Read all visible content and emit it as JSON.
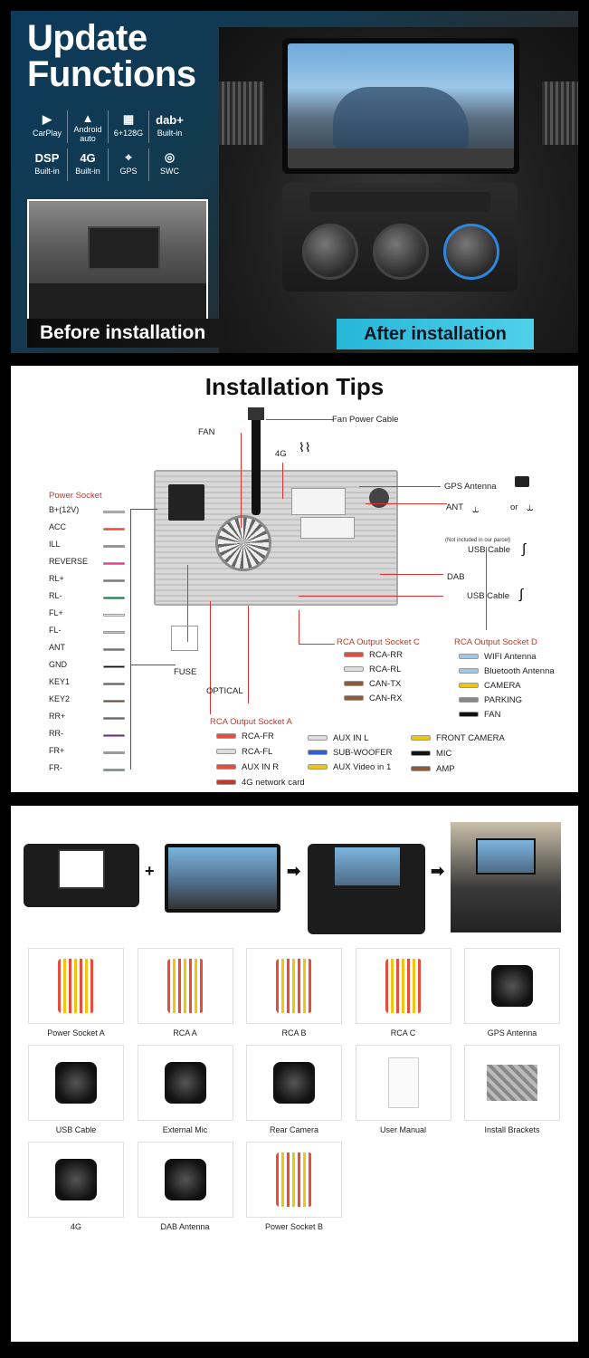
{
  "panel1": {
    "title_line1": "Update",
    "title_line2": "Functions",
    "features": [
      {
        "icon": "carplay-icon",
        "glyph": "▶",
        "label": "CarPlay"
      },
      {
        "icon": "android-auto-icon",
        "glyph": "▲",
        "label": "Android auto"
      },
      {
        "icon": "chip-icon",
        "glyph": "▦",
        "label": "6+128G"
      },
      {
        "icon": "dab-icon",
        "glyph": "dab+",
        "label": "Built-in"
      },
      {
        "icon": "dsp-icon",
        "glyph": "DSP",
        "label": "Built-in"
      },
      {
        "icon": "4g-icon",
        "glyph": "4G",
        "label": "Built-in"
      },
      {
        "icon": "gps-icon",
        "glyph": "⌖",
        "label": "GPS"
      },
      {
        "icon": "swc-icon",
        "glyph": "◎",
        "label": "SWC"
      }
    ],
    "before_label": "Before installation",
    "after_label": "After installation",
    "accent": "#3cc6e2"
  },
  "panel2": {
    "title": "Installation Tips",
    "fan_power_cable": "Fan Power Cable",
    "fan": "FAN",
    "four_g": "4G",
    "gps_antenna": "GPS Antenna",
    "ant": "ANT",
    "or": "or",
    "not_included": "(Not included in our parcel)",
    "usb_cable_1": "USB Cable",
    "dab": "DAB",
    "usb_cable_2": "USB Cable",
    "fuse": "FUSE",
    "optical": "OPTICAL",
    "power_socket": {
      "title": "Power Socket",
      "rows": [
        {
          "label": "B+(12V)",
          "color": "#f1c40f"
        },
        {
          "label": "ACC",
          "color": "#e74c3c"
        },
        {
          "label": "ILL",
          "color": "#e67e22"
        },
        {
          "label": "REVERSE",
          "color": "#e84393"
        },
        {
          "label": "RL+",
          "color": "#27ae60"
        },
        {
          "label": "RL-",
          "color": "#1e8449"
        },
        {
          "label": "FL+",
          "color": "#ecf0f1"
        },
        {
          "label": "FL-",
          "color": "#bdc3c7"
        },
        {
          "label": "ANT",
          "color": "#2e86de"
        },
        {
          "label": "GND",
          "color": "#111111"
        },
        {
          "label": "KEY1",
          "color": "#8e5a3c"
        },
        {
          "label": "KEY2",
          "color": "#6d4c41"
        },
        {
          "label": "RR+",
          "color": "#8e44ad"
        },
        {
          "label": "RR-",
          "color": "#6c3483"
        },
        {
          "label": "FR+",
          "color": "#95a5a6"
        },
        {
          "label": "FR-",
          "color": "#7f8c8d"
        }
      ]
    },
    "rca_c": {
      "title": "RCA Output Socket C",
      "items": [
        {
          "label": "RCA-RR",
          "color": "#e74c3c"
        },
        {
          "label": "RCA-RL",
          "color": "#dddddd"
        },
        {
          "label": "CAN-TX",
          "color": "#8e5a3c"
        },
        {
          "label": "CAN-RX",
          "color": "#8e5a3c"
        }
      ]
    },
    "rca_d": {
      "title": "RCA Output Socket D",
      "items": [
        {
          "label": "WIFI Antenna",
          "color": "#9ec9e8"
        },
        {
          "label": "Bluetooth Antenna",
          "color": "#9ec9e8"
        },
        {
          "label": "CAMERA",
          "color": "#f1c40f"
        },
        {
          "label": "PARKING",
          "color": "#888888"
        },
        {
          "label": "FAN",
          "color": "#111111"
        }
      ]
    },
    "rca_a": {
      "title": "RCA Output Socket A",
      "col1": [
        {
          "label": "RCA-FR",
          "color": "#e74c3c"
        },
        {
          "label": "RCA-FL",
          "color": "#dddddd"
        },
        {
          "label": "AUX IN R",
          "color": "#e74c3c"
        },
        {
          "label": "4G network card",
          "color": "#c0392b"
        }
      ],
      "col2": [
        {
          "label": "AUX IN L",
          "color": "#dddddd"
        },
        {
          "label": "SUB-WOOFER",
          "color": "#2e5fd0"
        },
        {
          "label": "AUX Video in 1",
          "color": "#f1c40f"
        }
      ],
      "col3": [
        {
          "label": "FRONT CAMERA",
          "color": "#f1c40f"
        },
        {
          "label": "MIC",
          "color": "#111111"
        },
        {
          "label": "AMP",
          "color": "#8e5a3c"
        }
      ]
    }
  },
  "panel3": {
    "plus": "+",
    "arrow": "➡",
    "accessories": [
      {
        "label": "Power Socket A",
        "icon": "power-socket-a-icon"
      },
      {
        "label": "RCA  A",
        "icon": "rca-a-icon"
      },
      {
        "label": "RCA  B",
        "icon": "rca-b-icon"
      },
      {
        "label": "RCA  C",
        "icon": "rca-c-icon"
      },
      {
        "label": "GPS Antenna",
        "icon": "gps-antenna-icon"
      },
      {
        "label": "USB Cable",
        "icon": "usb-cable-icon"
      },
      {
        "label": "External Mic",
        "icon": "external-mic-icon"
      },
      {
        "label": "Rear Camera",
        "icon": "rear-camera-icon"
      },
      {
        "label": "User Manual",
        "icon": "user-manual-icon"
      },
      {
        "label": "Install Brackets",
        "icon": "install-brackets-icon"
      },
      {
        "label": "4G",
        "icon": "4g-antenna-icon"
      },
      {
        "label": "DAB Antenna",
        "icon": "dab-antenna-icon"
      },
      {
        "label": "Power Socket B",
        "icon": "power-socket-b-icon"
      }
    ]
  }
}
